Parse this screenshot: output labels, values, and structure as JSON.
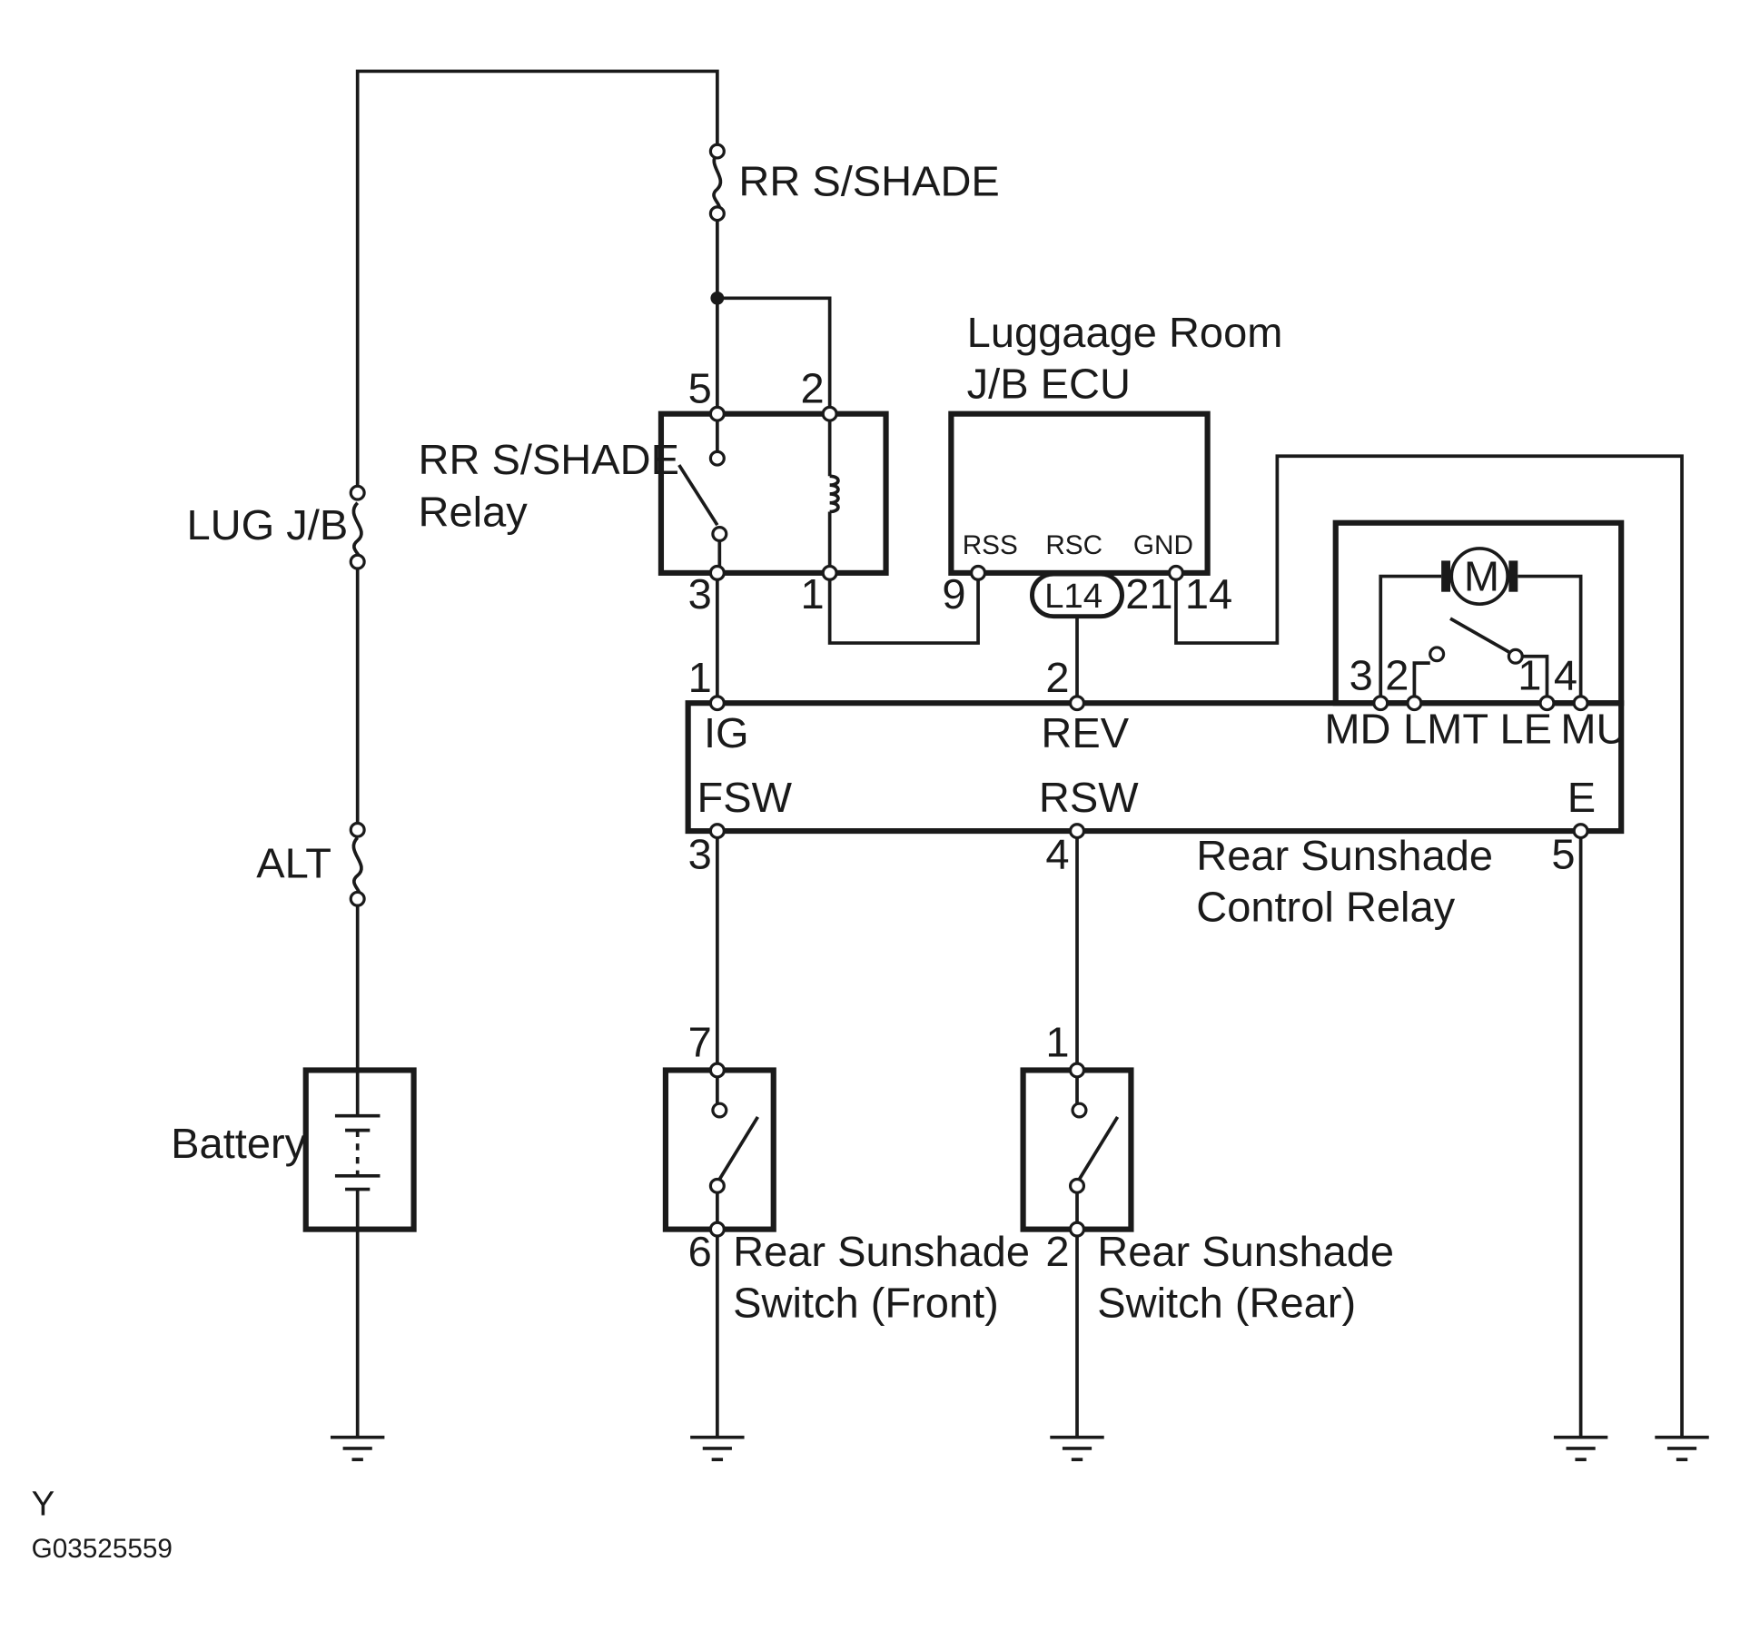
{
  "labels": {
    "fuse_rr": "RR S/SHADE",
    "fuse_lug": "LUG J/B",
    "fuse_alt": "ALT",
    "battery": "Battery",
    "relay_line1": "RR S/SHADE",
    "relay_line2": "Relay",
    "ecu_line1": "Luggaage Room",
    "ecu_line2": "J/B ECU",
    "control_line1": "Rear Sunshade",
    "control_line2": "Control Relay",
    "switch_front_line1": "Rear Sunshade",
    "switch_front_line2": "Switch (Front)",
    "switch_rear_line1": "Rear Sunshade",
    "switch_rear_line2": "Switch (Rear)",
    "footer_letter": "Y",
    "footer_code": "G03525559"
  },
  "relay_pins": {
    "p5": "5",
    "p2": "2",
    "p3": "3",
    "p1": "1"
  },
  "ecu_terms": {
    "rss": "RSS",
    "rsc": "RSC",
    "gnd": "GND",
    "p9": "9",
    "connector": "L14",
    "p21": "21",
    "p14": "14"
  },
  "control_terms": {
    "ig": "IG",
    "rev": "REV",
    "fsw": "FSW",
    "rsw": "RSW",
    "e": "E",
    "md": "MD",
    "lmt": "LMT",
    "le": "LE",
    "mu": "MU",
    "p_ig": "1",
    "p_rev": "2",
    "p_fsw": "3",
    "p_rsw": "4",
    "p_e": "5",
    "m3": "3",
    "m2": "2",
    "m1": "1",
    "m4": "4",
    "motor": "M"
  },
  "switch_pins": {
    "front_top": "7",
    "front_bottom": "6",
    "rear_top": "1",
    "rear_bottom": "2"
  }
}
